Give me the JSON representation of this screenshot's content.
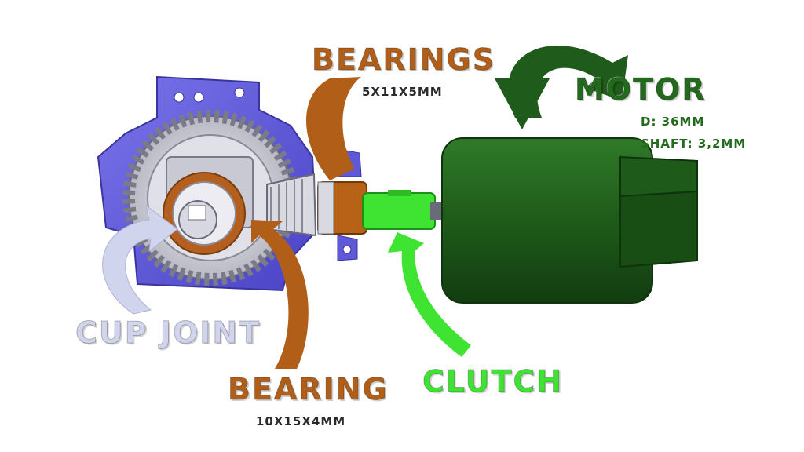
{
  "labels": {
    "bearings": {
      "title": "BEARINGS",
      "spec": "5X11X5MM"
    },
    "motor": {
      "title": "MOTOR",
      "diameter": "D: 36MM",
      "shaft": "SHAFT: 3,2MM"
    },
    "cup_joint": {
      "title": "CUP JOINT"
    },
    "bearing": {
      "title": "BEARING",
      "spec": "10X15X4MM"
    },
    "clutch": {
      "title": "CLUTCH"
    }
  },
  "colors": {
    "housing": "#5f58d8",
    "motor": "#1f5b1a",
    "clutch": "#3ee431",
    "bearing_arrow": "#b05e18",
    "cup_arrow": "#d0d4ec",
    "gear": "#e4e4ea"
  }
}
